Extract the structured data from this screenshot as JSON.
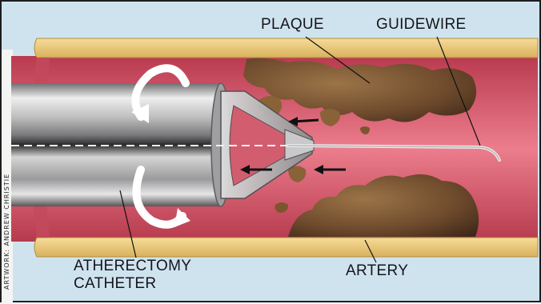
{
  "labels": {
    "plaque": "PLAQUE",
    "guidewire": "GUIDEWIRE",
    "artery": "ARTERY",
    "catheter_line1": "ATHERECTOMY",
    "catheter_line2": "CATHETER"
  },
  "credit": "ARTWORK: ANDREW CHRISTIE",
  "colors": {
    "background": "#cfe3ef",
    "vessel_wall": "#e9c878",
    "lumen": "#d7566b",
    "plaque": "#7a5634",
    "catheter": "#b9b9b9"
  }
}
